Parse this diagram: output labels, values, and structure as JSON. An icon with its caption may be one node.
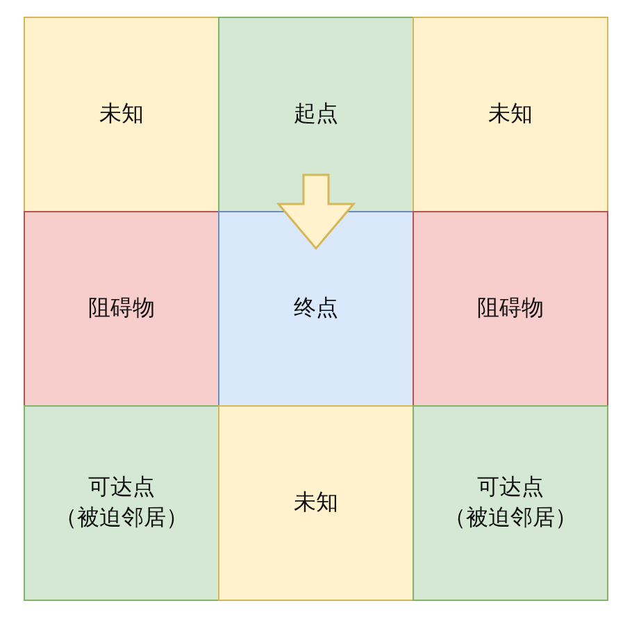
{
  "diagram": {
    "nodes": [
      {
        "text": [
          "未知"
        ]
      },
      {
        "text": [
          "起点"
        ]
      },
      {
        "text": [
          "未知"
        ]
      },
      {
        "text": [
          "阻碍物"
        ]
      },
      {
        "text": [
          "终点"
        ]
      },
      {
        "text": [
          "阻碍物"
        ]
      },
      {
        "text": [
          "可达点（被迫邻居）"
        ]
      },
      {
        "text": [
          "未知"
        ]
      },
      {
        "text": [
          "可达点（被迫邻居）"
        ]
      }
    ],
    "edges": [
      {
        "from": 1,
        "to": 4,
        "arrow": "to",
        "style": "thick"
      }
    ]
  }
}
